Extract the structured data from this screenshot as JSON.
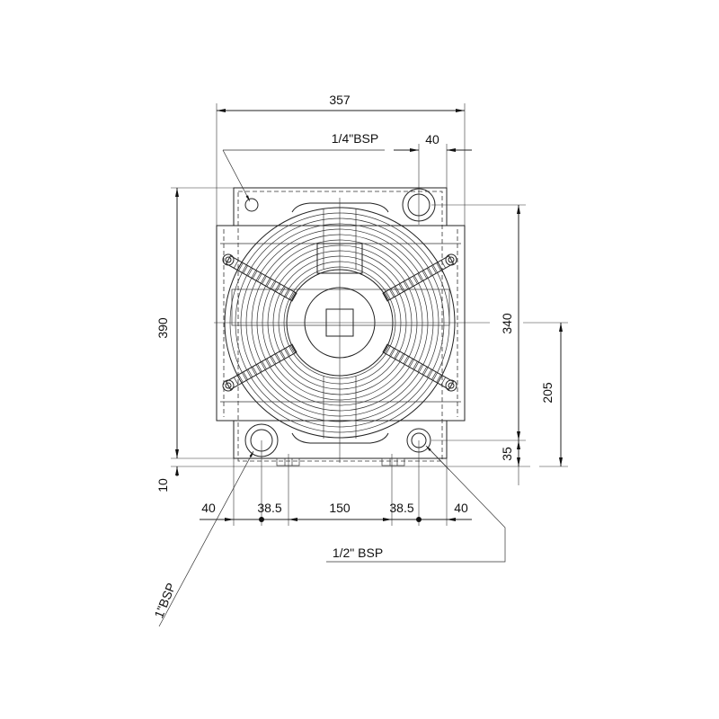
{
  "drawing": {
    "dimensions": {
      "overall_width": "357",
      "top_port_offset": "40",
      "overall_height": "390",
      "port_centers": "340",
      "center_height": "205",
      "bottom_port_height": "35",
      "foot_height": "10",
      "bottom_left_40": "40",
      "bottom_left_38_5": "38.5",
      "bottom_150": "150",
      "bottom_right_38_5": "38.5",
      "bottom_right_40": "40"
    },
    "callouts": {
      "vent_port": "1/4\"BSP",
      "drain_port": "1/2\" BSP",
      "main_port": "1\"BSP"
    }
  }
}
